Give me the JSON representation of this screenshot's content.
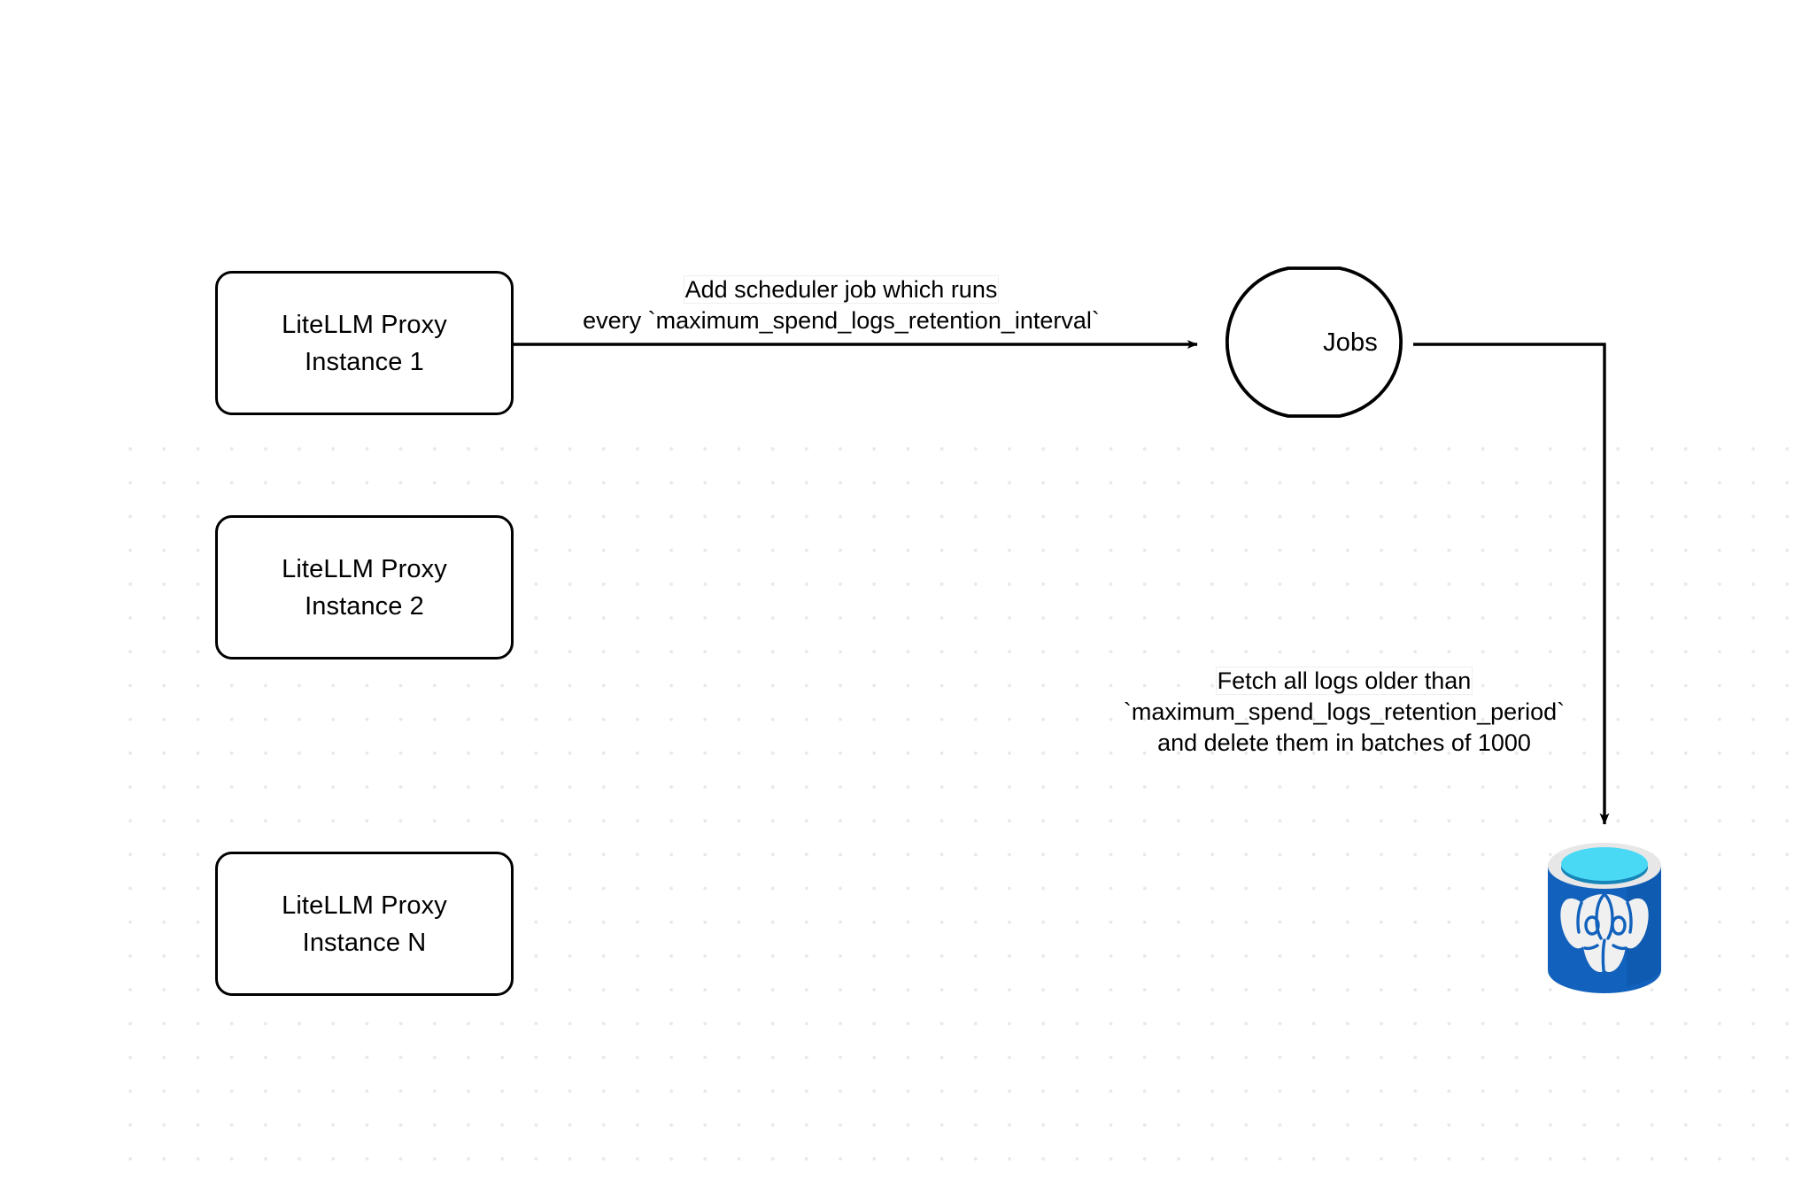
{
  "diagram": {
    "title": "LiteLLM spend logs retention scheduler flow",
    "background_color": "#ffffff",
    "grid_dot_color": "#e9e9e9",
    "stroke_color": "#000000"
  },
  "nodes": {
    "proxy_instance_1": {
      "line1": "LiteLLM Proxy",
      "line2": "Instance 1"
    },
    "proxy_instance_2": {
      "line1": "LiteLLM Proxy",
      "line2": "Instance 2"
    },
    "proxy_instance_n": {
      "line1": "LiteLLM Proxy",
      "line2": "Instance N"
    },
    "jobs_queue": {
      "label": "Jobs",
      "shape": "cylinder"
    },
    "postgres_database": {
      "icon": "postgresql-icon",
      "colors": {
        "body": "#1262bd",
        "body_dark": "#0d55a8",
        "rim": "#e7e7e7",
        "liquid": "#4ad9f5",
        "liquid_shadow": "#1685b8",
        "elephant": "#f0f0f0"
      }
    }
  },
  "edges": {
    "proxy_to_jobs": {
      "line1": "Add scheduler job which runs",
      "line2": "every `maximum_spend_logs_retention_interval`"
    },
    "jobs_to_postgres": {
      "line1": "Fetch all logs older than",
      "line2": "`maximum_spend_logs_retention_period`",
      "line3": "and delete them in batches of 1000"
    }
  }
}
